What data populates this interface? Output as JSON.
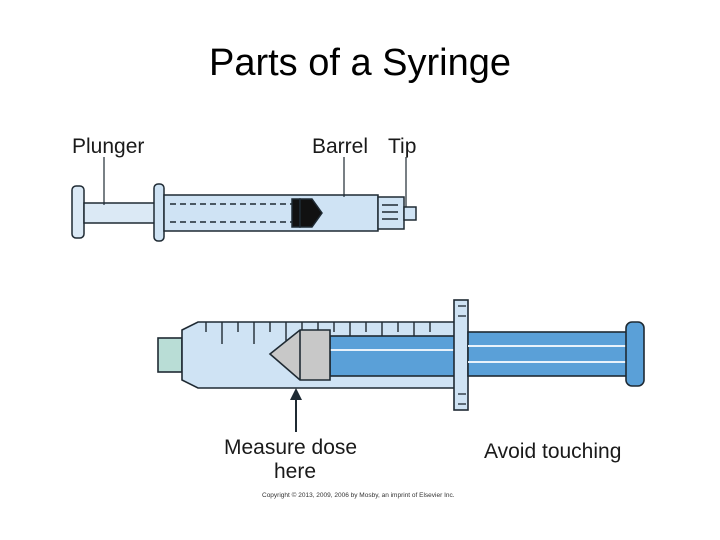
{
  "slide": {
    "title": "Parts of a Syringe"
  },
  "diagram": {
    "labels": {
      "plunger": "Plunger",
      "barrel": "Barrel",
      "tip": "Tip",
      "measure_line1": "Measure dose",
      "measure_line2": "here",
      "avoid": "Avoid touching"
    },
    "copyright": "Copyright © 2013, 2009, 2006 by Mosby, an imprint of Elsevier Inc."
  },
  "colors": {
    "barrel_fill": "#cfe3f4",
    "plunger_fill": "#5aa0d8",
    "plunger_stem": "#dbe9f5",
    "tip_fill": "#b9ddd6",
    "stopper_gray": "#c8c8c8",
    "outline": "#1f2a33"
  }
}
